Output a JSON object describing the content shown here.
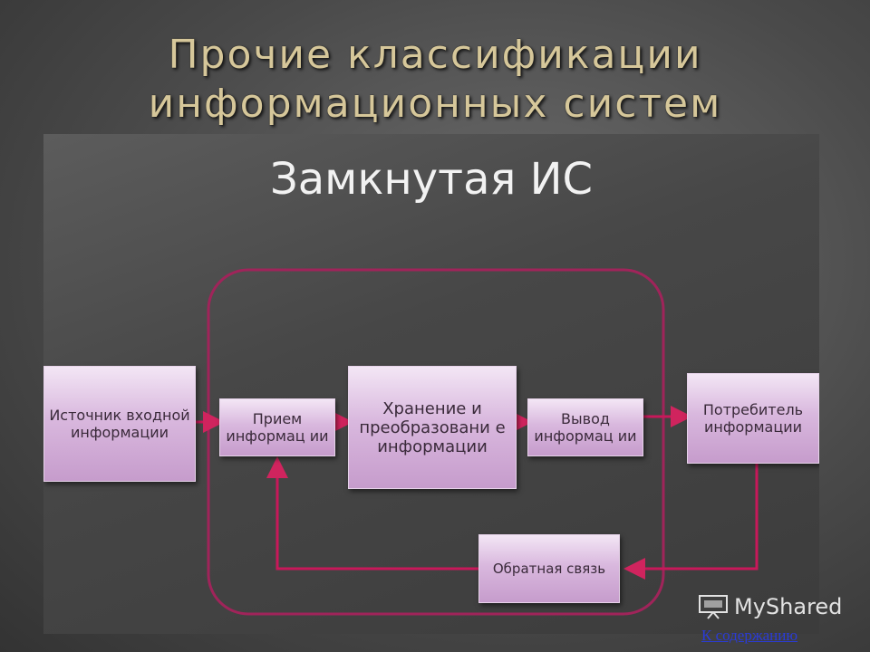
{
  "slide": {
    "title_line1": "Прочие классификации",
    "title_line2": "информационных систем"
  },
  "diagram": {
    "title": "Замкнутая ИС",
    "nodes": {
      "source": "Источник входной информации",
      "receive": "Прием информац ии",
      "store": "Хранение и преобразовани е информации",
      "output": "Вывод информац ии",
      "consumer": "Потребитель информации",
      "feedback": "Обратная связь"
    },
    "colors": {
      "loop_border": "#a0245a",
      "arrow": "#c8185a",
      "box_fill": "#d9b8de"
    }
  },
  "watermark": {
    "text": "MyShared"
  },
  "nav": {
    "contents_link": "К содержанию"
  }
}
